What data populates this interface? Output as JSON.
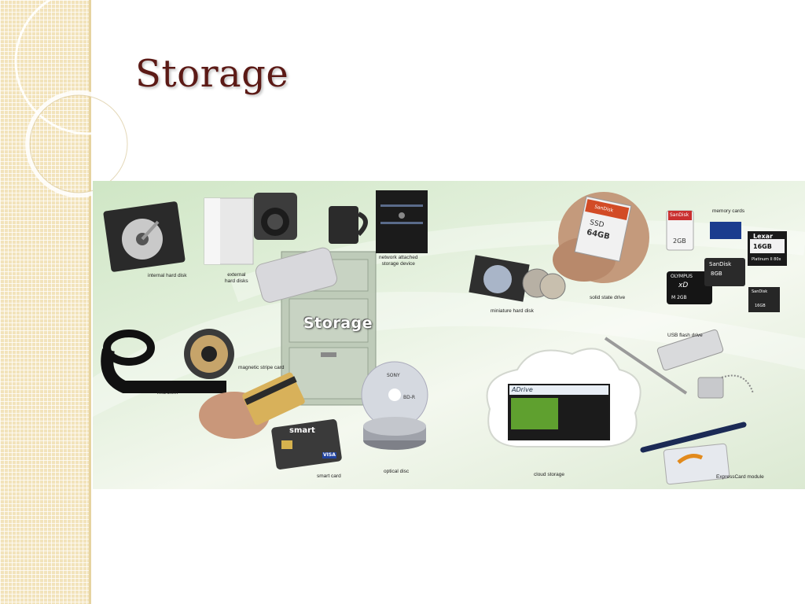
{
  "slide": {
    "title": "Storage"
  },
  "infographic": {
    "center_label": "Storage",
    "devices": [
      {
        "key": "internal_hard_disk",
        "label": "internal hard disk"
      },
      {
        "key": "external_hard_disks",
        "label_line1": "external",
        "label_line2": "hard disks"
      },
      {
        "key": "network_attached_storage",
        "label_line1": "network attached",
        "label_line2": "storage device"
      },
      {
        "key": "solid_state_drive",
        "label": "solid state drive"
      },
      {
        "key": "memory_cards",
        "label": "memory cards"
      },
      {
        "key": "miniature_hard_disk",
        "label": "miniature hard disk"
      },
      {
        "key": "magnetic_stripe_card",
        "label": "magnetic stripe card"
      },
      {
        "key": "microfilm",
        "label": "microfilm"
      },
      {
        "key": "usb_flash_drive",
        "label": "USB flash drive"
      },
      {
        "key": "smart_card",
        "label": "smart card"
      },
      {
        "key": "optical_disc",
        "label": "optical disc"
      },
      {
        "key": "cloud_storage",
        "label": "cloud storage"
      },
      {
        "key": "expresscard_module",
        "label": "ExpressCard module"
      }
    ],
    "product_text": {
      "ssd_brand": "SanDisk",
      "ssd_type": "SSD",
      "ssd_capacity": "64GB",
      "sd_brand": "SanDisk",
      "sd_capacity": "2GB",
      "lexar_brand": "Lexar",
      "lexar_capacity": "16GB",
      "lexar_sub": "Platinum II 80x",
      "xd_brand": "OLYMPUS",
      "xd_type": "xD",
      "xd_capacity": "M 2GB",
      "microsd_brand": "SanDisk",
      "microsd_capacity": "8GB",
      "small_card_brand": "SanDisk",
      "small_card_capacity": "16GB",
      "smart_card_brand": "smart",
      "smart_card_network": "VISA",
      "disc_brand": "SONY",
      "disc_type": "BD-R",
      "cloud_site": "ADrive"
    }
  }
}
